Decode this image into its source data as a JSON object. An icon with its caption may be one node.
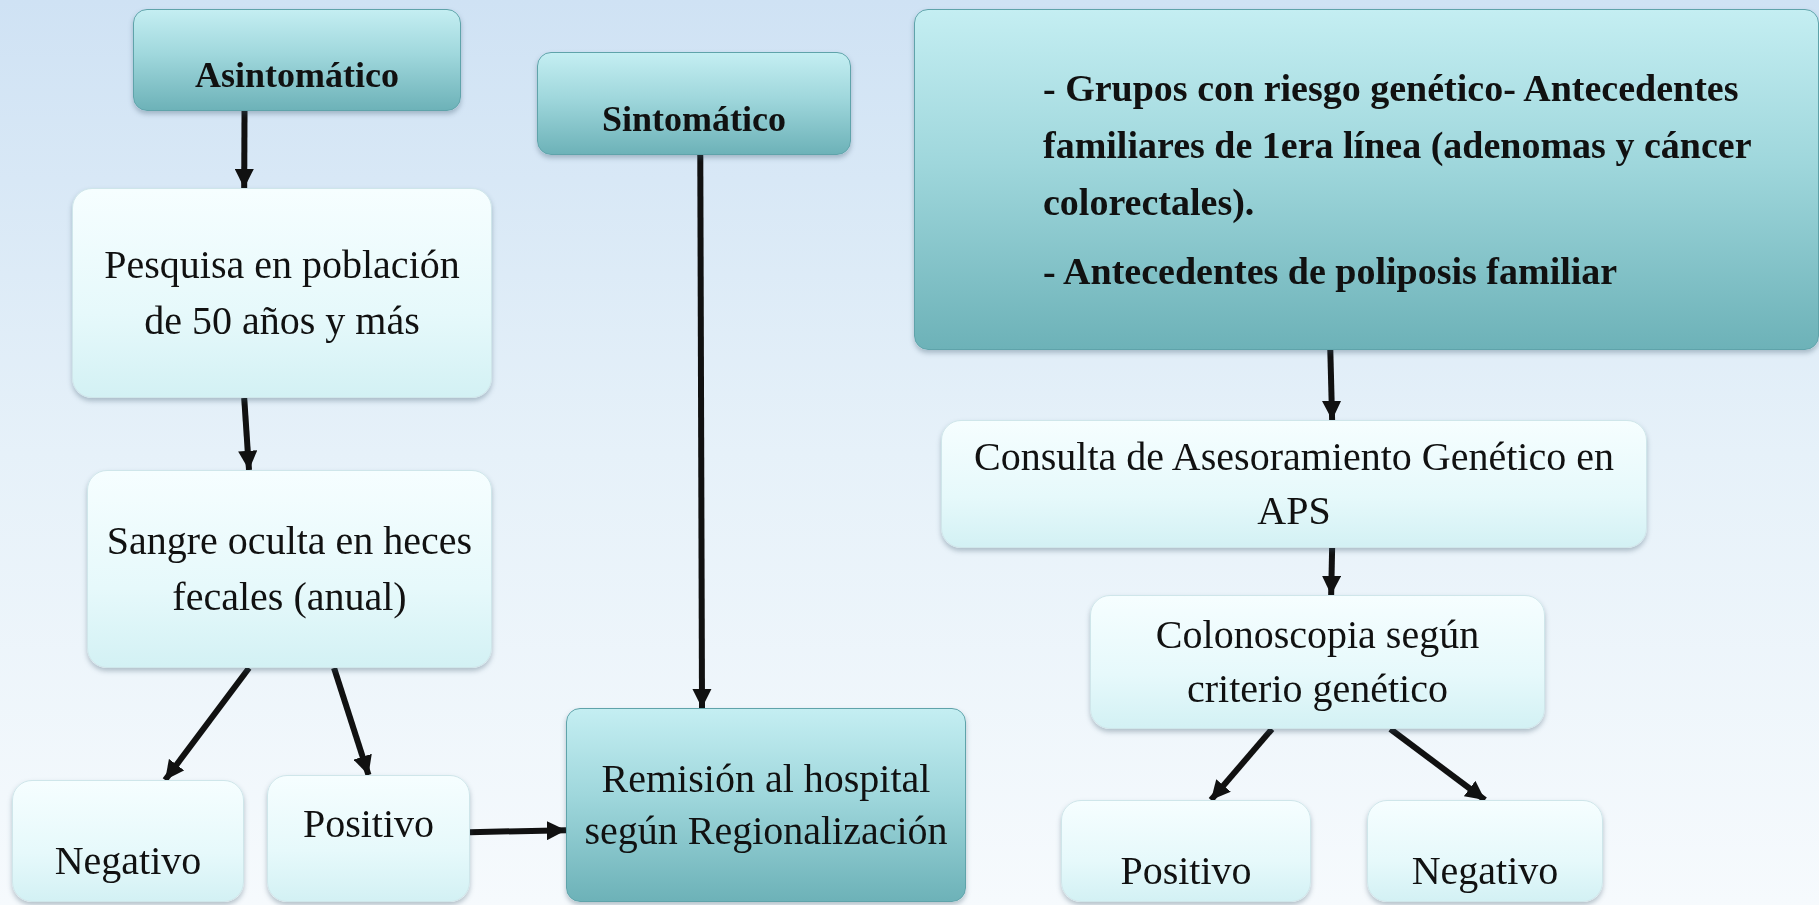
{
  "diagram": {
    "nodes": [
      {
        "text": [
          "Asintomático"
        ]
      },
      {
        "text": [
          "Sintomático"
        ]
      },
      {
        "text": [
          "- Grupos con riesgo genético- Antecedentes familiares de 1era línea (adenomas y cáncer colorectales).",
          "- Antecedentes de poliposis familiar"
        ]
      },
      {
        "text": [
          "Pesquisa en población de 50 años y más"
        ]
      },
      {
        "text": [
          "Sangre oculta en heces fecales (anual)"
        ]
      },
      {
        "text": [
          "Negativo"
        ]
      },
      {
        "text": [
          "Positivo"
        ]
      },
      {
        "text": [
          "Remisión al hospital según Regionalización"
        ]
      },
      {
        "text": [
          "Consulta de  Asesoramiento Genético en APS"
        ]
      },
      {
        "text": [
          "Colonoscopia según criterio genético"
        ]
      },
      {
        "text": [
          "Positivo"
        ]
      },
      {
        "text": [
          "Negativo"
        ]
      }
    ],
    "edges": [
      {
        "from": 0,
        "to": 3,
        "arrow": "to"
      },
      {
        "from": 3,
        "to": 4,
        "arrow": "to"
      },
      {
        "from": 4,
        "to": 5,
        "arrow": "to"
      },
      {
        "from": 4,
        "to": 6,
        "arrow": "to"
      },
      {
        "from": 1,
        "to": 7,
        "arrow": "to"
      },
      {
        "from": 6,
        "to": 7,
        "arrow": "to"
      },
      {
        "from": 2,
        "to": 8,
        "arrow": "to"
      },
      {
        "from": 8,
        "to": 9,
        "arrow": "to"
      },
      {
        "from": 9,
        "to": 10,
        "arrow": "to"
      },
      {
        "from": 9,
        "to": 11,
        "arrow": "to"
      }
    ]
  }
}
